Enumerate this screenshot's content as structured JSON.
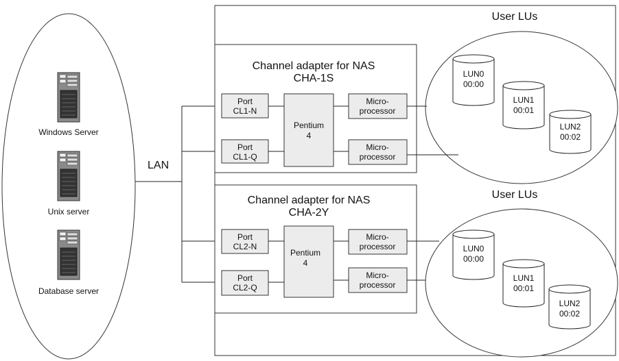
{
  "colors": {
    "module_fill": "#ececec",
    "line": "#222222",
    "server_grey": "#8a8a8a"
  },
  "servers": [
    {
      "label": "Windows Server",
      "icon": "server-tower-icon"
    },
    {
      "label": "Unix server",
      "icon": "server-tower-icon"
    },
    {
      "label": "Database server",
      "icon": "server-tower-icon"
    }
  ],
  "lan_label": "LAN",
  "adapters": [
    {
      "title": "Channel adapter for NAS",
      "subtitle": "CHA-1S",
      "ports": [
        {
          "line1": "Port",
          "line2": "CL1-N"
        },
        {
          "line1": "Port",
          "line2": "CL1-Q"
        }
      ],
      "cpu": {
        "line1": "Pentium",
        "line2": "4"
      },
      "processors": [
        {
          "line1": "Micro-",
          "line2": "processor"
        },
        {
          "line1": "Micro-",
          "line2": "processor"
        }
      ]
    },
    {
      "title": "Channel adapter for NAS",
      "subtitle": "CHA-2Y",
      "ports": [
        {
          "line1": "Port",
          "line2": "CL2-N"
        },
        {
          "line1": "Port",
          "line2": "CL2-Q"
        }
      ],
      "cpu": {
        "line1": "Pentium",
        "line2": "4"
      },
      "processors": [
        {
          "line1": "Micro-",
          "line2": "processor"
        },
        {
          "line1": "Micro-",
          "line2": "processor"
        }
      ]
    }
  ],
  "lu_groups": [
    {
      "title": "User LUs",
      "luns": [
        {
          "name": "LUN0",
          "id": "00:00"
        },
        {
          "name": "LUN1",
          "id": "00:01"
        },
        {
          "name": "LUN2",
          "id": "00:02"
        }
      ]
    },
    {
      "title": "User LUs",
      "luns": [
        {
          "name": "LUN0",
          "id": "00:00"
        },
        {
          "name": "LUN1",
          "id": "00:01"
        },
        {
          "name": "LUN2",
          "id": "00:02"
        }
      ]
    }
  ]
}
